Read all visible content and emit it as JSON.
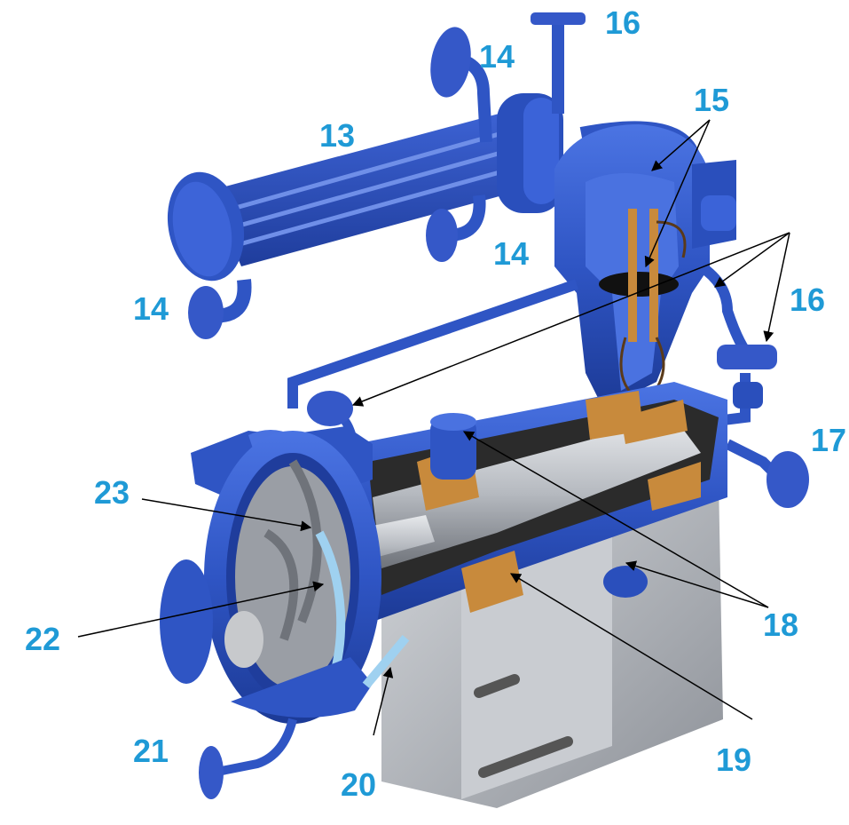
{
  "colors": {
    "label": "#1f9ad6",
    "pump_body": "#2f55c4",
    "pump_dark": "#1c3a96",
    "cut_face": "#4a72e0",
    "shaft": "#b8bcc2",
    "stand": "#a9adb3",
    "bearing": "#c88a3c",
    "rotor_core": "#2b2b2b",
    "impeller_ring": "#9fd1f0",
    "leader_line": "#000000"
  },
  "callouts": {
    "c13": "13",
    "c14_top": "14",
    "c14_mid": "14",
    "c14_left": "14",
    "c15": "15",
    "c16_top": "16",
    "c16_right": "16",
    "c17": "17",
    "c18": "18",
    "c19": "19",
    "c20": "20",
    "c21": "21",
    "c22": "22",
    "c23": "23"
  }
}
